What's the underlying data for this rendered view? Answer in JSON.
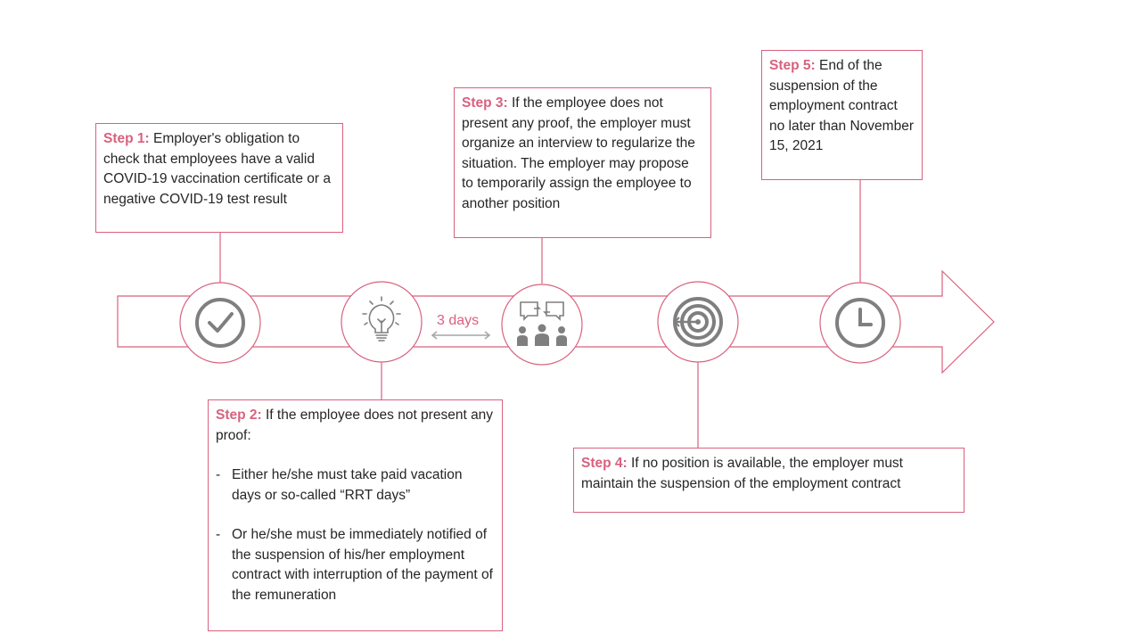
{
  "colors": {
    "accent": "#d9617e",
    "icon": "#7f7f7f",
    "text": "#262626",
    "arrow_stroke": "#d9617e"
  },
  "icons": [
    "check-circle-icon",
    "lightbulb-icon",
    "meeting-people-icon",
    "target-icon",
    "clock-icon"
  ],
  "timeline": {
    "interval_label": "3 days"
  },
  "steps": [
    {
      "label": "Step 1:",
      "text": "Employer's obligation to check that employees have a valid COVID-19 vaccination certificate or a negative COVID-19 test result"
    },
    {
      "label": "Step 2:",
      "intro": "If the employee does not present any proof:",
      "bullets": [
        "Either he/she must take paid vacation days or so-called “RRT days”",
        "Or he/she must be immediately notified of the suspension of his/her employment contract with interruption of the payment of the remuneration"
      ]
    },
    {
      "label": "Step 3:",
      "text": "If the employee does not present any proof, the employer must organize an interview to regularize the situation. The employer may propose to temporarily assign the employee to another position"
    },
    {
      "label": "Step 4:",
      "text": "If no position is available, the employer must maintain the suspension of the employment contract"
    },
    {
      "label": "Step 5:",
      "text": "End of the suspension of the employment contract no later than November 15, 2021"
    }
  ]
}
